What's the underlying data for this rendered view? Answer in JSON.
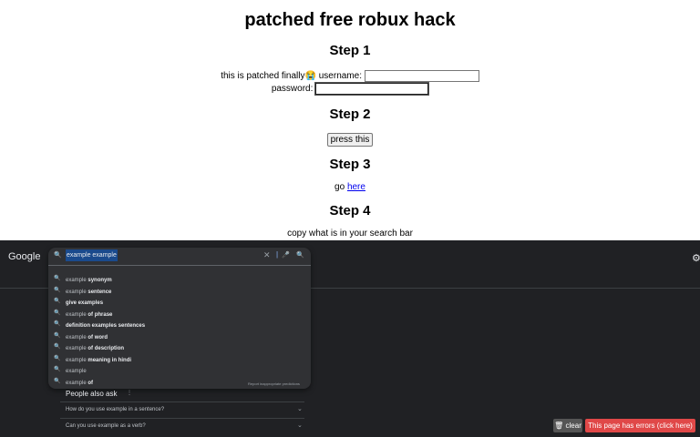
{
  "page": {
    "title": "patched free robux hack",
    "step1": {
      "heading": "Step 1",
      "text": "this is patched finally",
      "emoji": "😭",
      "username_label": "username:",
      "password_label": "password:"
    },
    "step2": {
      "heading": "Step 2",
      "button": "press this"
    },
    "step3": {
      "heading": "Step 3",
      "text": "go",
      "link": "here"
    },
    "step4": {
      "heading": "Step 4",
      "text": "copy what is in your search bar"
    }
  },
  "google": {
    "logo": "Google",
    "query": "example example",
    "suggestions": [
      {
        "prefix": "example ",
        "bold": "synonym"
      },
      {
        "prefix": "example ",
        "bold": "sentence"
      },
      {
        "prefix": "",
        "bold": "give examples"
      },
      {
        "prefix": "example ",
        "bold": "of phrase"
      },
      {
        "prefix": "",
        "bold": "definition examples sentences"
      },
      {
        "prefix": "example ",
        "bold": "of word"
      },
      {
        "prefix": "example ",
        "bold": "of description"
      },
      {
        "prefix": "example ",
        "bold": "meaning in hindi"
      },
      {
        "prefix": "example",
        "bold": ""
      },
      {
        "prefix": "example ",
        "bold": "of"
      }
    ],
    "report": "Report inappropriate predictions",
    "people_also_ask": "People also ask",
    "questions": [
      "How do you use example in a sentence?",
      "Can you use example as a verb?"
    ]
  },
  "console": {
    "clear": "clear",
    "clear_icon": "trash-icon",
    "errors": "This page has errors (click here)"
  },
  "colors": {
    "google_bg": "#202124",
    "search_dropdown": "#303134",
    "error_red": "#e04848",
    "link_blue": "#0000ee"
  }
}
